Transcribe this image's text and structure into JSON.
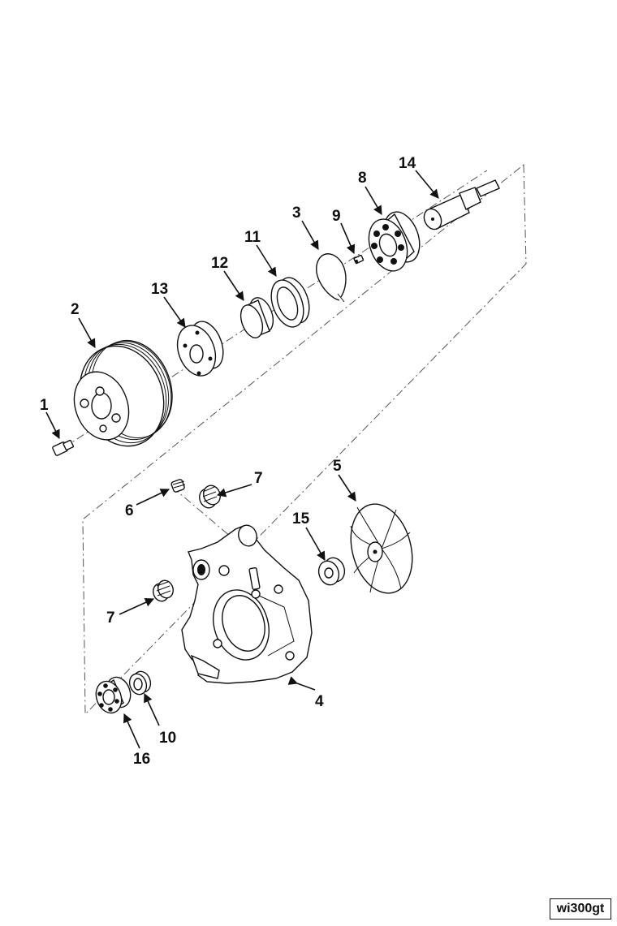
{
  "callouts": {
    "c1": "1",
    "c2": "2",
    "c3": "3",
    "c4": "4",
    "c5": "5",
    "c6": "6",
    "c7a": "7",
    "c7b": "7",
    "c8": "8",
    "c9": "9",
    "c10": "10",
    "c11": "11",
    "c12": "12",
    "c13": "13",
    "c14": "14",
    "c15": "15",
    "c16": "16"
  },
  "figure_id": "wi300gt"
}
